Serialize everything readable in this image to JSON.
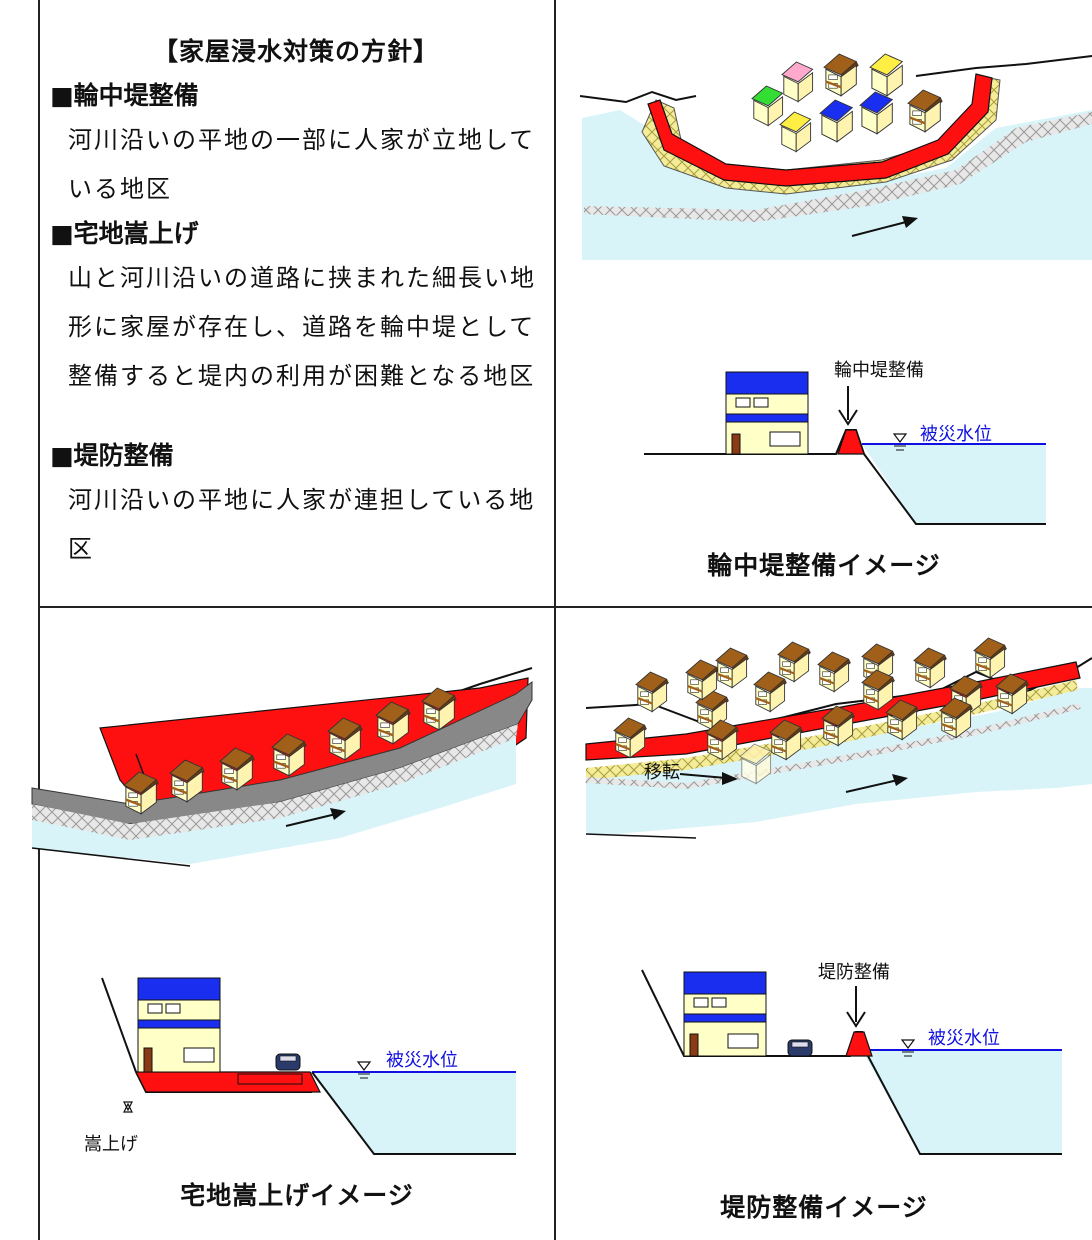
{
  "policy": {
    "title": "【家屋浸水対策の方針】",
    "sections": [
      {
        "heading": "■輪中堤整備",
        "body": "河川沿いの平地の一部に人家が立地している地区"
      },
      {
        "heading": "■宅地嵩上げ",
        "body": "山と河川沿いの道路に挟まれた細長い地形に家屋が存在し、道路を輪中堤として整備すると堤内の利用が困難となる地区"
      },
      {
        "heading": "■堤防整備",
        "body": "河川沿いの平地に人家が連担している地区"
      }
    ]
  },
  "panels": {
    "ring_levee": {
      "label": "輪中堤整備",
      "water_level": "被災水位",
      "caption": "輪中堤整備イメージ"
    },
    "raise": {
      "label": "嵩上げ",
      "water_level": "被災水位",
      "caption": "宅地嵩上げイメージ"
    },
    "levee": {
      "label": "堤防整備",
      "relocation": "移転",
      "water_level": "被災水位",
      "caption": "堤防整備イメージ"
    }
  },
  "colors": {
    "levee_red": "#ff1010",
    "water": "#d8f4f8",
    "roof_blue": "#1a2ef0",
    "house_wall": "#ffffc8",
    "roof_brown": "#a0601a",
    "water_line": "#1010e0"
  }
}
